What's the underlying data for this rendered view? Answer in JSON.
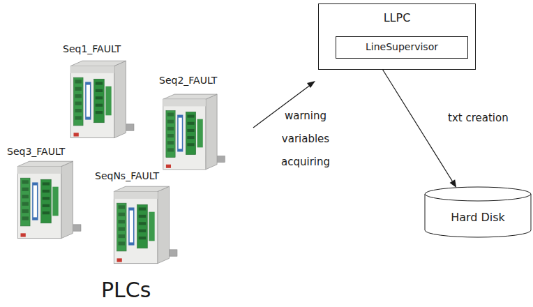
{
  "diagram": {
    "nodes": [
      {
        "text": [
          "LLPC"
        ]
      },
      {
        "text": [
          "LineSupervisor"
        ],
        "in": 0
      },
      {
        "text": [
          "Hard Disk"
        ]
      }
    ],
    "edges": [
      {
        "from": 0,
        "to": 2,
        "label": "txt creation",
        "arrow": "to"
      }
    ],
    "labels": [
      "Seq1_FAULT",
      "Seq2_FAULT",
      "Seq3_FAULT",
      "SeqNs_FAULT",
      "PLCs",
      "warning variables acquiring"
    ]
  }
}
